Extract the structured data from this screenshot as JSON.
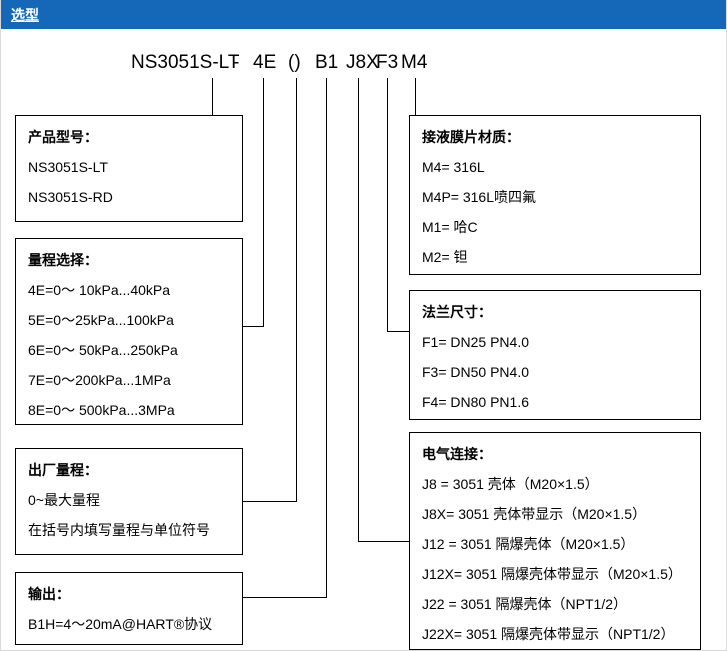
{
  "header": {
    "title": "选型"
  },
  "colors": {
    "header_bg": "#1568b8",
    "header_text": "#ffffff",
    "line_color": "#000000"
  },
  "model": {
    "segments": [
      "NS3051S-LT",
      "-",
      "4E",
      "()",
      "B1",
      "J8X",
      "F3",
      "M4"
    ]
  },
  "boxes": {
    "product": {
      "title": "产品型号：",
      "items": [
        "NS3051S-LT",
        "NS3051S-RD"
      ]
    },
    "range": {
      "title": "量程选择：",
      "items": [
        "4E=0～ 10kPa...40kPa",
        "5E=0～25kPa...100kPa",
        "6E=0～ 50kPa...250kPa",
        "7E=0～200kPa...1MPa",
        "8E=0～ 500kPa...3MPa"
      ]
    },
    "factory_range": {
      "title": "出厂量程：",
      "items": [
        "0~最大量程",
        "在括号内填写量程与单位符号"
      ]
    },
    "output": {
      "title": "输出：",
      "items": [
        "B1H=4～20mA@HART®协议"
      ]
    },
    "diaphragm": {
      "title": "接液膜片材质：",
      "items": [
        "M4= 316L",
        "M4P= 316L喷四氟",
        "M1= 哈C",
        "M2= 钽"
      ]
    },
    "flange": {
      "title": "法兰尺寸：",
      "items": [
        "F1= DN25 PN4.0",
        "F3= DN50 PN4.0",
        "F4= DN80 PN1.6"
      ]
    },
    "electrical": {
      "title": "电气连接：",
      "items": [
        "J8 = 3051 壳体（M20×1.5）",
        "J8X= 3051 壳体带显示（M20×1.5）",
        "J12 = 3051 隔爆壳体（M20×1.5）",
        "J12X= 3051 隔爆壳体带显示（M20×1.5）",
        "J22 = 3051 隔爆壳体（NPT1/2）",
        "J22X= 3051 隔爆壳体带显示（NPT1/2）"
      ]
    }
  }
}
